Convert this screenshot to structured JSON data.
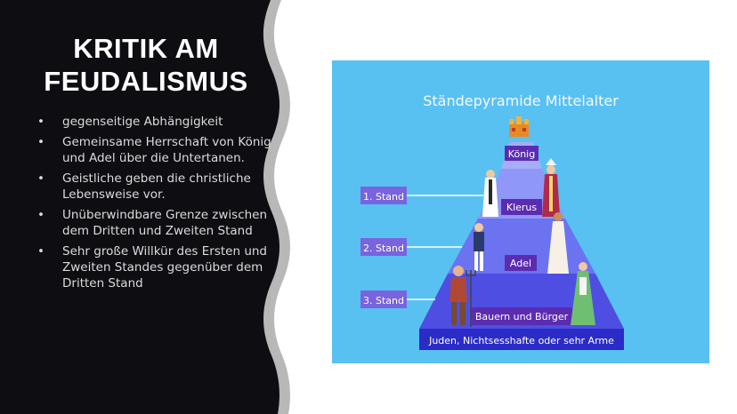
{
  "slide": {
    "title_line1": "KRITIK AM",
    "title_line2": "FEUDALISMUS",
    "bullets": [
      "gegenseitige Abhängigkeit",
      "Gemeinsame Herrschaft von König und Adel über die Untertanen.",
      "Geistliche geben die christliche Lebensweise vor.",
      "Unüberwindbare Grenze zwischen dem Dritten und Zweiten Stand",
      "Sehr große Willkür des Ersten und Zweiten Standes gegenüber dem Dritten Stand"
    ]
  },
  "pyramid": {
    "title": "Ständepyramide Mittelalter",
    "levels": {
      "koenig": "König",
      "klerus": "Klerus",
      "adel": "Adel",
      "bauern": "Bauern und Bürger",
      "unterschicht": "Juden, Nichtsesshafte oder sehr Arme"
    },
    "stands": [
      "1. Stand",
      "2. Stand",
      "3. Stand"
    ]
  },
  "colors": {
    "panel_dark": "#0d0d12",
    "wave_gray": "#b8b8b8",
    "image_bg": "#58c1f2",
    "pyramid_light": "#8f98f6",
    "pyramid_mid": "#6b73f0",
    "pyramid_dark": "#4e4ee3",
    "pyramid_base": "#2b2bc8",
    "label_box": "#5b2cb0",
    "stand_box": "#7a63de"
  }
}
